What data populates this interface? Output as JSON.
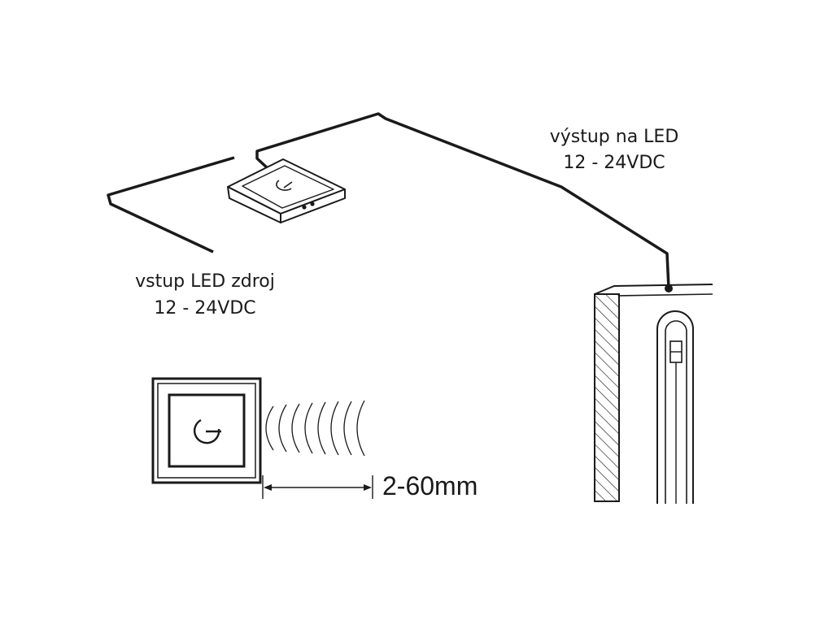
{
  "labels": {
    "output_line1": "výstup na LED",
    "output_line2": "12 - 24VDC",
    "input_line1": "vstup LED zdroj",
    "input_line2": "12 - 24VDC",
    "distance": "2-60mm"
  },
  "colors": {
    "stroke": "#1a1a1a",
    "background": "#ffffff"
  }
}
